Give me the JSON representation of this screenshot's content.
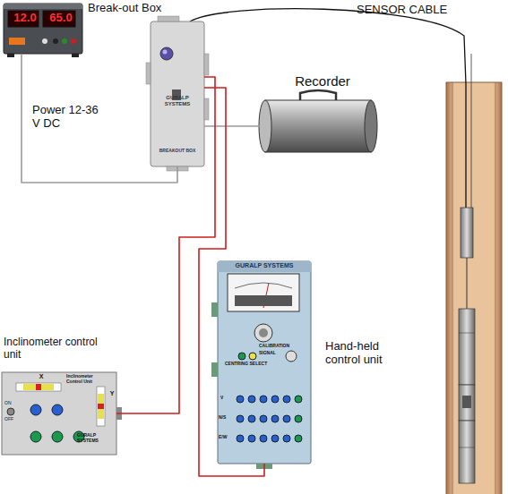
{
  "diagram": {
    "nodes": [
      {
        "text": [
          "12.0",
          "65.0"
        ]
      },
      {
        "text": [
          "Break-out Box",
          "GURALP SYSTEMS",
          "BREAKOUT BOX"
        ]
      },
      {
        "text": [
          "Recorder"
        ]
      },
      {
        "text": [
          "Inclinometer control unit",
          "X",
          "Y",
          "Inclinometer Control Unit",
          "GURALP SYSTEMS",
          "ON",
          "OFF"
        ]
      },
      {
        "text": [
          "Hand-held control unit",
          "GURALP SYSTEMS",
          "CALIBRATION",
          "SIGNAL",
          "CENTRING SELECT",
          "V",
          "N/S",
          "E/W"
        ]
      }
    ],
    "edges": [
      {
        "from": 0,
        "to": 1,
        "arrow": "none",
        "label": "Power 12-36 V DC"
      },
      {
        "from": 1,
        "to": 2,
        "arrow": "none"
      },
      {
        "from": 1,
        "to": 3,
        "arrow": "none"
      },
      {
        "from": 1,
        "to": 4,
        "arrow": "none"
      }
    ],
    "labels": [
      "SENSOR CABLE"
    ]
  }
}
